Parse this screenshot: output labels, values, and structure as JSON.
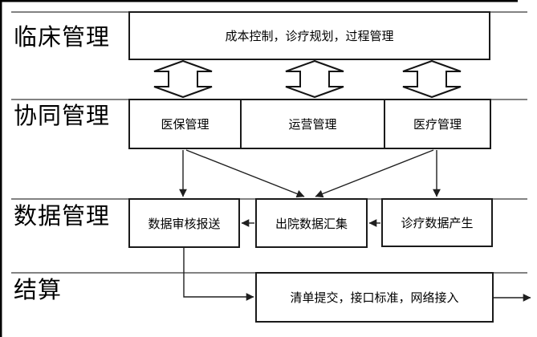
{
  "diagram": {
    "row_labels": {
      "clinical": "临床管理",
      "collaborative": "协同管理",
      "data": "数据管理",
      "settlement": "结算"
    },
    "boxes": {
      "cost_control": "成本控制，诊疗规划，过程管理",
      "medical_insurance": "医保管理",
      "operations": "运营管理",
      "medical_management": "医疗管理",
      "data_audit_submission": "数据审核报送",
      "discharge_data_collection": "出院数据汇集",
      "diagnosis_data_generation": "诊疗数据产生",
      "list_submission": "清单提交，接口标准，网络接入"
    },
    "colors": {
      "background": "#ffffff",
      "box_border": "#1a1a1a",
      "row_line": "#595959",
      "arrow": "#1f1f1f",
      "text": "#000000"
    }
  }
}
